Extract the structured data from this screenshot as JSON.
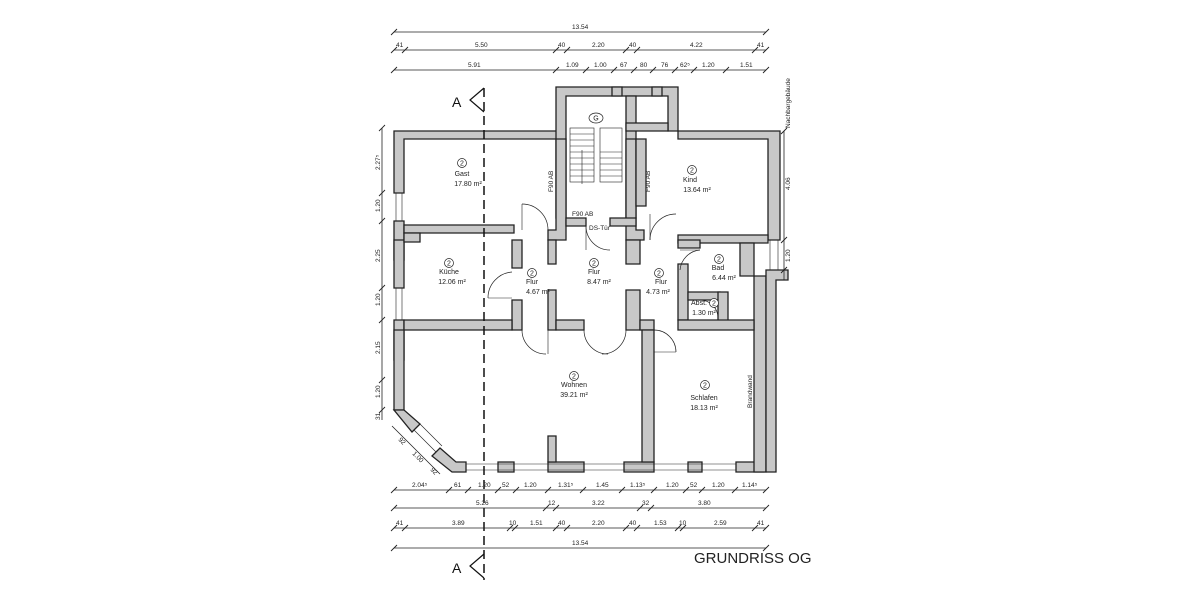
{
  "title": "GRUNDRISS OG",
  "section_marker": "A",
  "floor_badge": "2",
  "stair_badge": "G",
  "rooms": [
    {
      "name": "Gast",
      "area": "17.80 m²"
    },
    {
      "name": "Kind",
      "area": "13.64 m²"
    },
    {
      "name": "Küche",
      "area": "12.06 m²"
    },
    {
      "name": "Flur",
      "area": "4.67 m²"
    },
    {
      "name": "Flur",
      "area": "8.47 m²"
    },
    {
      "name": "Flur",
      "area": "4.73 m²"
    },
    {
      "name": "Bad",
      "area": "6.44 m²"
    },
    {
      "name": "Abst.",
      "area": "1.30 m²"
    },
    {
      "name": "Wohnen",
      "area": "39.21 m²"
    },
    {
      "name": "Schlafen",
      "area": "18.13 m²"
    }
  ],
  "annotations": {
    "f90_left": "F90 AB",
    "f90_right": "F90 AB",
    "f90_mid": "F90 AB",
    "ds_tuer": "DS-Tür",
    "brandwand": "Brandwand",
    "nachbar": "Nachbargebäude"
  },
  "dimensions_top": {
    "overall": "13.54",
    "row1": [
      "41",
      "5.50",
      "40",
      "2.20",
      "40",
      "4.22",
      "41"
    ],
    "row2": [
      "5.91",
      "1.09",
      "1.00",
      "67",
      "80",
      "76",
      "62⁵",
      "1.20",
      "1.51"
    ]
  },
  "dimensions_bottom": {
    "row1": [
      "2.04⁵",
      "61",
      "1.20",
      "52",
      "1.20",
      "1.31⁵",
      "1.45",
      "1.13⁵",
      "1.20",
      "52",
      "1.20",
      "1.14⁵"
    ],
    "row2": [
      "5.26",
      "12",
      "3.22",
      "32",
      "3.80"
    ],
    "row3": [
      "41",
      "3.89",
      "10",
      "1.51",
      "40",
      "2.20",
      "40",
      "1.53",
      "10",
      "2.59",
      "41"
    ],
    "overall": "13.54"
  },
  "dimensions_left": [
    "2.27⁵",
    "1.20",
    "2.25",
    "1.20",
    "2.15",
    "1.20",
    "31",
    "92",
    "1.00",
    "92"
  ],
  "dimensions_right": [
    "4.06",
    "1.20"
  ]
}
